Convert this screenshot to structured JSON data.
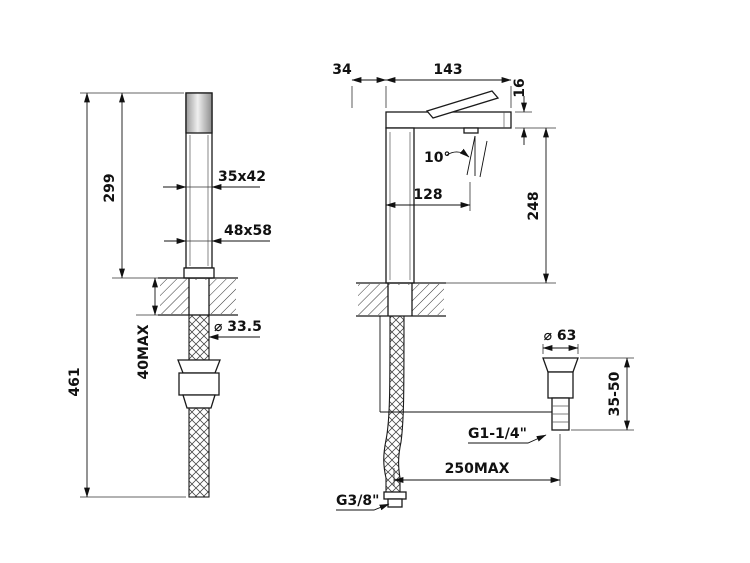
{
  "drawing": {
    "type": "technical-dimension-drawing",
    "subject": "single-lever basin mixer tap with pop-up waste",
    "line_color": "#1a1a1a",
    "background": "#ffffff"
  },
  "dims": {
    "side": {
      "body_height": "299",
      "body_section": "35x42",
      "base_section": "48x58",
      "total_height": "461",
      "counter_max": "40MAX",
      "shank_diameter": "⌀ 33.5"
    },
    "front": {
      "back_offset": "34",
      "spout_length": "143",
      "spout_thickness": "16",
      "stream_angle": "10°",
      "aerator_reach": "128",
      "spout_height": "248",
      "waste_diameter": "⌀ 63",
      "waste_height_range": "35-50",
      "waste_thread": "G1-1/4\"",
      "hose_reach": "250MAX",
      "supply_thread": "G3/8\""
    }
  }
}
